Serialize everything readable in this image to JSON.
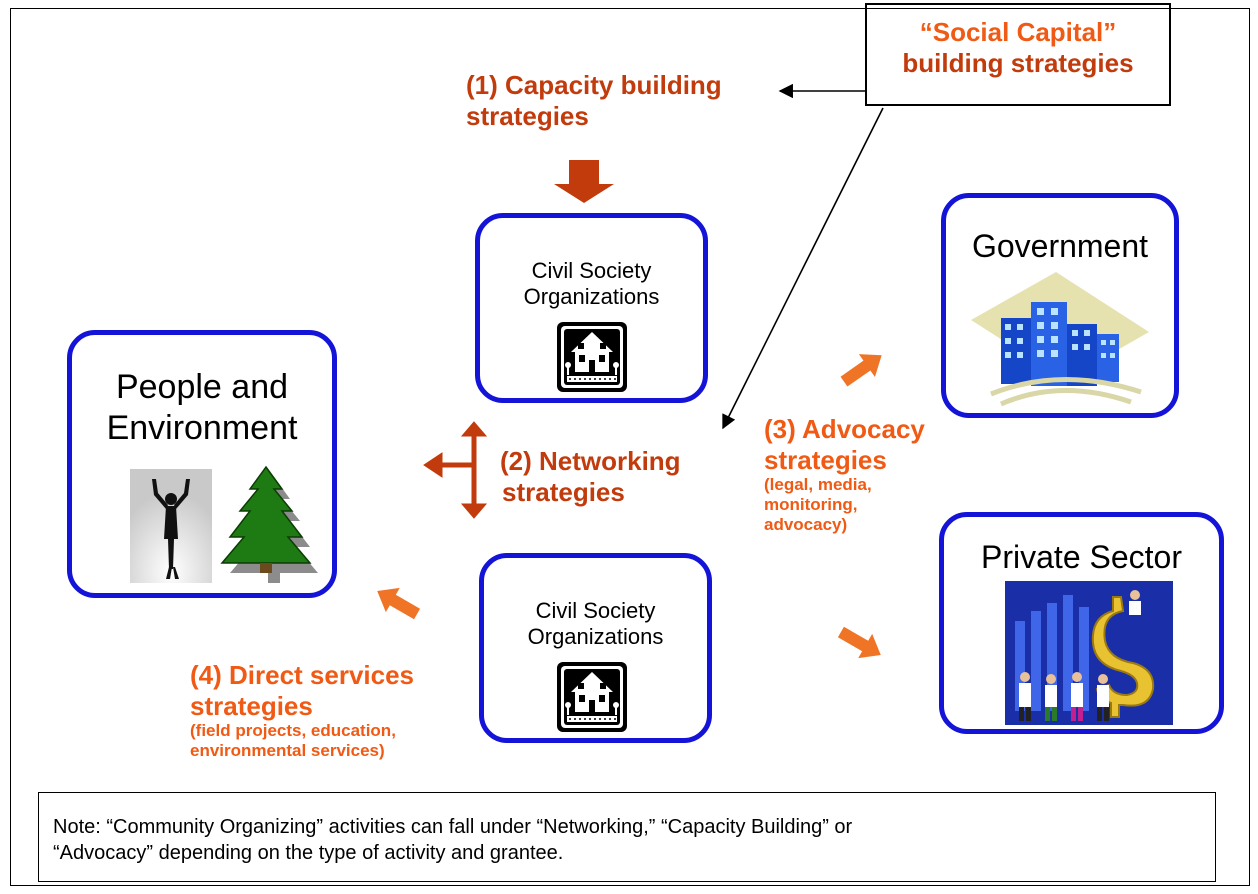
{
  "capacity": {
    "label": "(1) Capacity building strategies",
    "line1": "(1) Capacity building",
    "line2": "strategies"
  },
  "social_capital": {
    "line1": "“Social Capital”",
    "line2": "building strategies"
  },
  "cso_top": {
    "line1": "Civil Society",
    "line2": "Organizations",
    "icon": "house-icon"
  },
  "cso_bottom": {
    "line1": "Civil Society",
    "line2": "Organizations",
    "icon": "house-icon"
  },
  "people": {
    "line1": "People and",
    "line2": "Environment",
    "icons": [
      "person-silhouette-icon",
      "pine-tree-icon"
    ]
  },
  "government": {
    "title": "Government",
    "icon": "office-buildings-icon"
  },
  "private": {
    "title": "Private Sector",
    "icon": "business-people-dollar-icon"
  },
  "networking": {
    "line1": "(2) Networking",
    "line2": "strategies"
  },
  "advocacy": {
    "line1": "(3) Advocacy",
    "line2": "strategies",
    "sub1": "(legal, media,",
    "sub2": "monitoring,",
    "sub3": "advocacy)"
  },
  "direct": {
    "line1": "(4) Direct services",
    "line2": "strategies",
    "sub1": "(field projects, education,",
    "sub2": "environmental services)"
  },
  "note": {
    "line1": "Note: “Community Organizing” activities can fall under “Networking,” “Capacity Building” or",
    "line2": "“Advocacy” depending on the type of activity and grantee."
  },
  "colors": {
    "box_border": "#1414d8",
    "dark_red": "#c23b0c",
    "orange": "#f05a14",
    "tree_green": "#1e7a12"
  }
}
